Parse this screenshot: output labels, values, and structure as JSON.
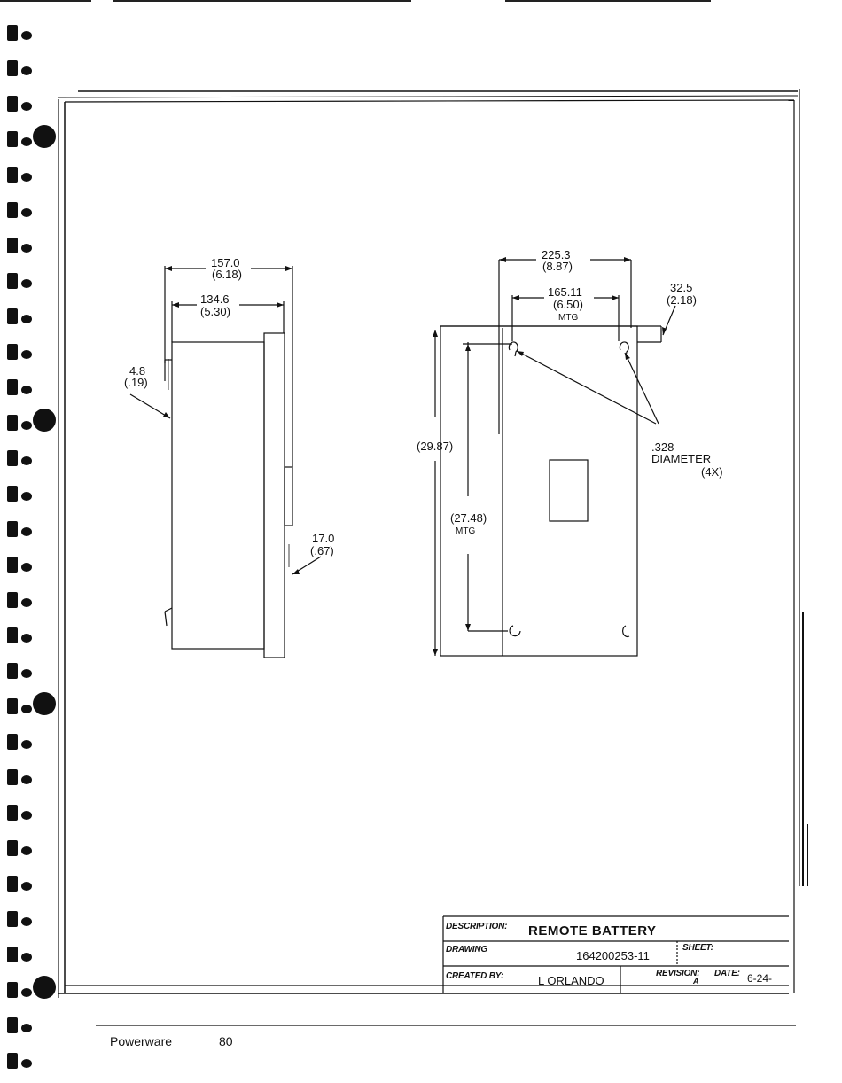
{
  "dimensions": {
    "side_overall_mm": "157.0",
    "side_overall_in": "(6.18)",
    "side_body_mm": "134.6",
    "side_body_in": "(5.30)",
    "side_left_mm": "4.8",
    "side_left_in": "(.19)",
    "side_bottom_mm": "17.0",
    "side_bottom_in": "(.67)",
    "front_width_mm": "225.3",
    "front_width_in": "(8.87)",
    "front_mtg_mm": "165.11",
    "front_mtg_in": "(6.50)",
    "front_mtg_label": "MTG",
    "front_edge_mm": "32.5",
    "front_edge_in": "(2.18)",
    "front_height_in": "(29.87)",
    "front_vmtg_in": "(27.48)",
    "front_vmtg_label": "MTG",
    "hole_size": ".328",
    "hole_label": "DIAMETER",
    "hole_count": "(4X)"
  },
  "title_block": {
    "description_label": "DESCRIPTION:",
    "description_value": "REMOTE BATTERY",
    "drawing_label": "DRAWING",
    "drawing_value": "164200253-11",
    "sheet_label": "SHEET:",
    "created_by_label": "CREATED BY:",
    "created_by_value": "L ORLANDO",
    "revision_label": "REVISION:",
    "revision_value": "A",
    "date_label": "DATE:",
    "date_value": "6-24-"
  },
  "footer": {
    "brand": "Powerware",
    "page_number": "80"
  }
}
